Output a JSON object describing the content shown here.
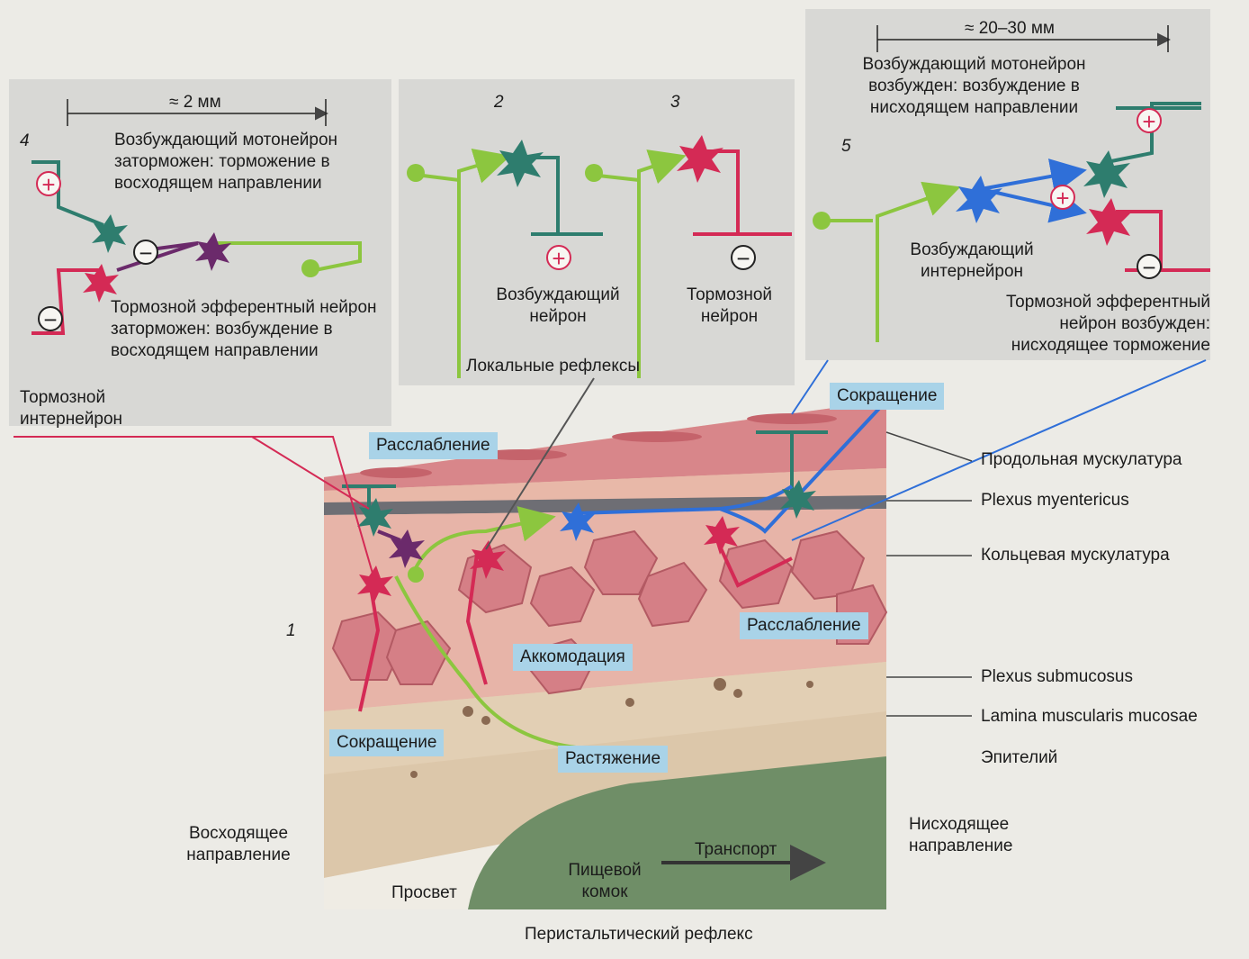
{
  "panels": {
    "p4": {
      "number": "4",
      "scale": "≈ 2 мм",
      "title": "Возбуждающий мотонейрон заторможен: торможение в восходящем направлении",
      "inhib_label": "Тормозной эфферентный нейрон заторможен: возбуждение в восходящем направлении"
    },
    "p2": {
      "number": "2",
      "label": "Возбуждающий нейрон"
    },
    "p3": {
      "number": "3",
      "label": "Тормозной нейрон"
    },
    "p5": {
      "number": "5",
      "scale": "≈ 20–30 мм",
      "title": "Возбуждающий мотонейрон возбужден: возбуждение в нисходящем направлении",
      "inter_label": "Возбуждающий интернейрон",
      "inhib_label": "Тормозной эфферентный нейрон возбужден: нисходящее торможение"
    },
    "local_reflexes": "Локальные рефлексы"
  },
  "main": {
    "number": "1",
    "inhib_interneuron": "Тормозной интернейрон",
    "tags": {
      "relax_top": "Расслабление",
      "contraction_top": "Сокращение",
      "accommodation": "Аккомодация",
      "relax_right": "Расслабление",
      "contraction_bottom": "Сокращение",
      "stretch": "Растяжение"
    },
    "layers": [
      "Продольная мускулатура",
      "Plexus myentericus",
      "Кольцевая мускулатура",
      "Plexus submucosus",
      "Lamina muscularis mucosae",
      "Эпителий"
    ],
    "ascending": "Восходящее направление",
    "descending": "Нисходящее направление",
    "transport": "Транспорт",
    "bolus": "Пищевой комок",
    "lumen": "Просвет",
    "caption": "Перистальтический рефлекс"
  },
  "colors": {
    "excitatory": "#2e7d6e",
    "inhibitory": "#d42a55",
    "interneuron": "#2f6fd8",
    "afferent": "#8cc63f",
    "inhib_inter": "#6b2a6b",
    "tag": "#a9d3e8"
  }
}
